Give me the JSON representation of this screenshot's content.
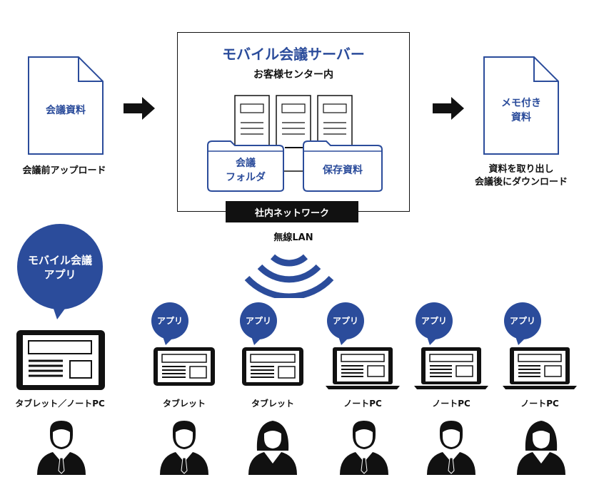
{
  "colors": {
    "accent": "#2b4c9b",
    "dark": "#111111",
    "white": "#ffffff"
  },
  "server": {
    "title": "モバイル会議サーバー",
    "subtitle": "お客様センター内"
  },
  "folders": {
    "meeting_line1": "会議",
    "meeting_line2": "フォルダ",
    "saved": "保存資料"
  },
  "network": {
    "bar_label": "社内ネットワーク",
    "wireless_label": "無線LAN"
  },
  "left_doc": {
    "label": "会議資料",
    "caption": "会議前アップロード"
  },
  "right_doc": {
    "label_line1": "メモ付き",
    "label_line2": "資料",
    "caption_line1": "資料を取り出し",
    "caption_line2": "会議後にダウンロード"
  },
  "app_bubble_main": {
    "line1": "モバイル会議",
    "line2": "アプリ"
  },
  "app_bubble_small": "アプリ",
  "devices": [
    {
      "label": "タブレット／ノートPC",
      "type": "big-tablet",
      "person": "male"
    },
    {
      "label": "タブレット",
      "type": "tablet",
      "person": "male"
    },
    {
      "label": "タブレット",
      "type": "tablet",
      "person": "female"
    },
    {
      "label": "ノートPC",
      "type": "laptop",
      "person": "male"
    },
    {
      "label": "ノートPC",
      "type": "laptop",
      "person": "male"
    },
    {
      "label": "ノートPC",
      "type": "laptop",
      "person": "female"
    }
  ]
}
